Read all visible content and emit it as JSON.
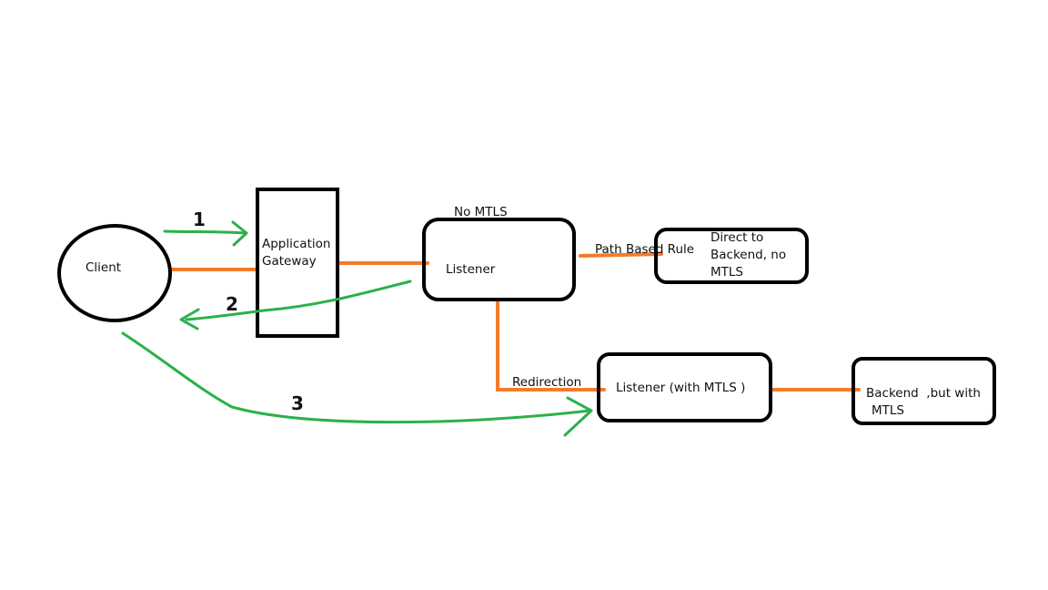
{
  "diagram": {
    "nodes": {
      "client": "Client",
      "app_gateway_line1": "Application",
      "app_gateway_line2": "Gateway",
      "listener": "Listener",
      "listener_mtls": "Listener (with MTLS )",
      "direct_backend_line1": "Direct to",
      "direct_backend_line2": "Backend, no",
      "direct_backend_line3": "MTLS",
      "backend_mtls_line1": "Backend  ,but with",
      "backend_mtls_line2": "MTLS"
    },
    "labels": {
      "no_mtls": "No MTLS",
      "path_based_rule": "Path Based Rule",
      "redirection": "Redirection"
    },
    "steps": [
      "1",
      "2",
      "3"
    ],
    "colors": {
      "connector": "#f47b2a",
      "flow_arrow": "#2db04a",
      "outline": "#000000"
    }
  }
}
